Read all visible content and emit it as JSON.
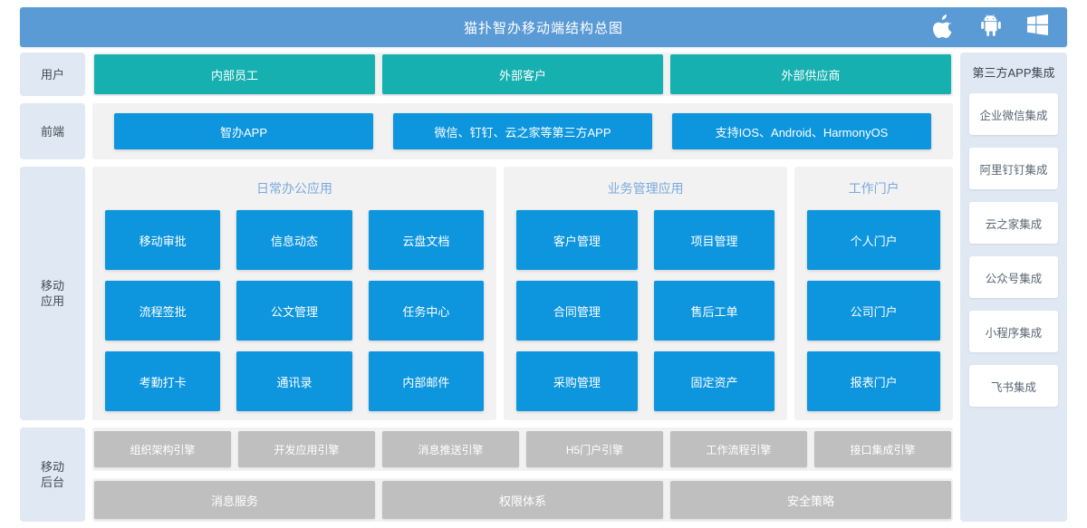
{
  "header": {
    "title": "猫扑智办移动端结构总图",
    "icons": [
      {
        "name": "apple-icon",
        "label": "Apple"
      },
      {
        "name": "android-icon",
        "label": "Android"
      },
      {
        "name": "windows-icon",
        "label": "Windows"
      }
    ]
  },
  "rail": {
    "users": "用户",
    "frontend": "前端",
    "apps": "移动\n应用",
    "apps_line1": "移动",
    "apps_line2": "应用",
    "backend_line1": "移动",
    "backend_line2": "后台"
  },
  "users_band": {
    "items": [
      "内部员工",
      "外部客户",
      "外部供应商"
    ]
  },
  "frontend_band": {
    "items": [
      "智办APP",
      "微信、钉钉、云之家等第三方APP",
      "支持IOS、Android、HarmonyOS"
    ]
  },
  "apps_band": {
    "groups": [
      {
        "title": "日常办公应用",
        "columns": 3,
        "tiles": [
          "移动审批",
          "信息动态",
          "云盘文档",
          "流程签批",
          "公文管理",
          "任务中心",
          "考勤打卡",
          "通讯录",
          "内部邮件"
        ]
      },
      {
        "title": "业务管理应用",
        "columns": 2,
        "tiles": [
          "客户管理",
          "项目管理",
          "合同管理",
          "售后工单",
          "采购管理",
          "固定资产"
        ]
      },
      {
        "title": "工作门户",
        "columns": 1,
        "tiles": [
          "个人门户",
          "公司门户",
          "报表门户"
        ]
      }
    ]
  },
  "backend_band": {
    "engines": [
      "组织架构引擎",
      "开发应用引擎",
      "消息推送引擎",
      "H5门户引擎",
      "工作流程引擎",
      "接口集成引擎"
    ],
    "services": [
      "消息服务",
      "权限体系",
      "安全策略"
    ]
  },
  "right_rail": {
    "title": "第三方APP集成",
    "items": [
      "企业微信集成",
      "阿里钉钉集成",
      "云之家集成",
      "公众号集成",
      "小程序集成",
      "飞书集成"
    ]
  },
  "colors": {
    "header_blue": "#5b9bd5",
    "teal": "#17b0b1",
    "tile_blue": "#0d95de",
    "gray": "#bfbfbf",
    "rail_bg": "#dfe8f3",
    "panel_bg": "#f2f2f2",
    "group_title": "#7aa9dd"
  }
}
